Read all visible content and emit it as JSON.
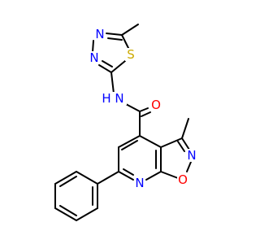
{
  "molecule": {
    "atoms": {
      "n_thiadiazole_top": {
        "symbol": "N",
        "color": "#0000ff"
      },
      "n_thiadiazole_left": {
        "symbol": "N",
        "color": "#0000ff"
      },
      "s_thiadiazole": {
        "symbol": "S",
        "color": "#ccaa00"
      },
      "n_amide": {
        "symbol": "N",
        "color": "#0000ff"
      },
      "h_amide": {
        "symbol": "H",
        "color": "#0000ff"
      },
      "o_carbonyl": {
        "symbol": "O",
        "color": "#ff0000"
      },
      "n_isoxazole": {
        "symbol": "N",
        "color": "#0000ff"
      },
      "o_isoxazole": {
        "symbol": "O",
        "color": "#ff0000"
      },
      "n_pyridine": {
        "symbol": "N",
        "color": "#0000ff"
      }
    }
  }
}
